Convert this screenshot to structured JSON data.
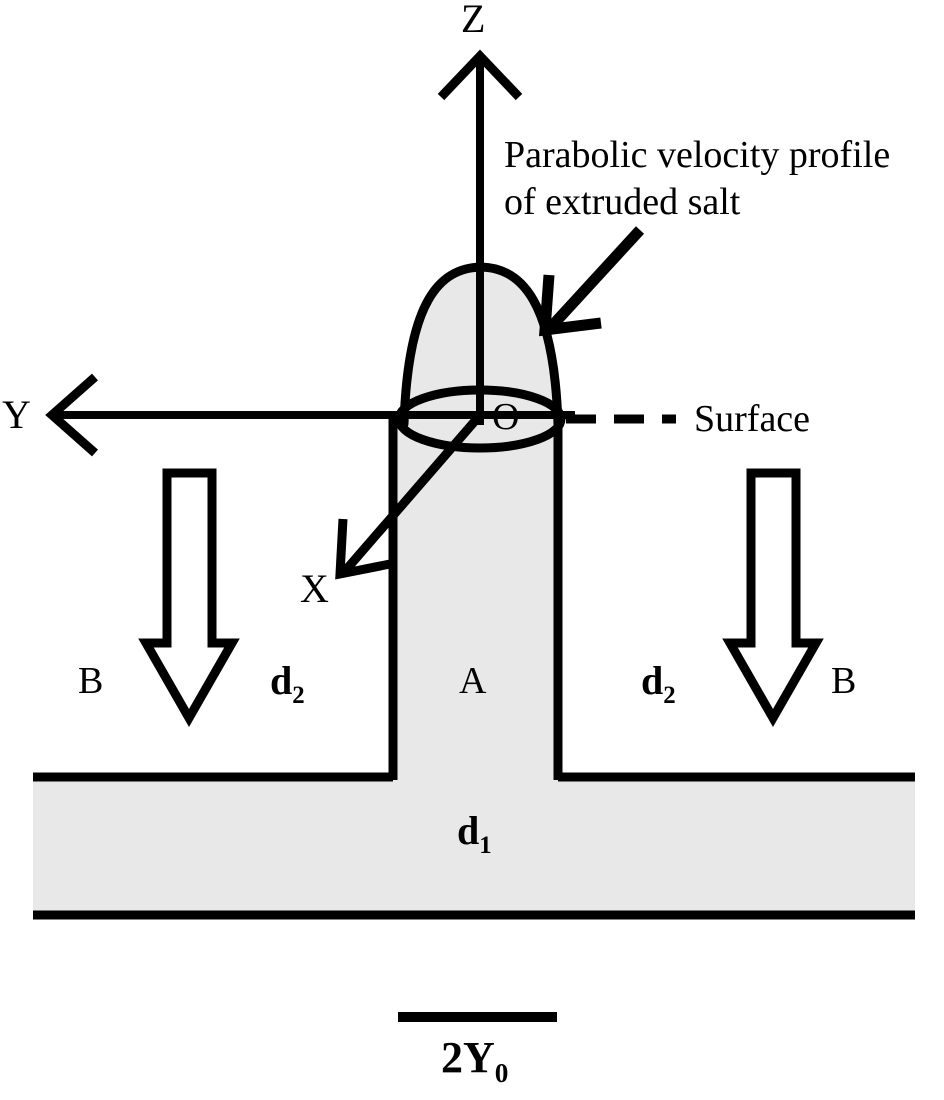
{
  "figure": {
    "title": "Schematic of extruded salt dome with coordinate axes",
    "background_color": "#ffffff",
    "fill_color": "#e8e8e8",
    "stroke_color": "#000000"
  },
  "axes": {
    "z": {
      "label": "Z",
      "direction": "up"
    },
    "y": {
      "label": "Y",
      "direction": "left"
    },
    "x": {
      "label": "X",
      "direction": "down-left"
    },
    "origin": {
      "label": "O"
    }
  },
  "annotations": {
    "velocity_profile": {
      "line1": "Parabolic velocity profile",
      "line2": "of extruded salt"
    },
    "surface": {
      "label": "Surface"
    }
  },
  "regions": {
    "column": {
      "label": "A"
    },
    "left_overburden": {
      "label": "B"
    },
    "right_overburden": {
      "label": "B"
    },
    "left_thickness": {
      "base": "d",
      "subscript": "2"
    },
    "right_thickness": {
      "base": "d",
      "subscript": "2"
    },
    "slab_thickness": {
      "base": "d",
      "subscript": "1"
    }
  },
  "scale_bar": {
    "label_prefix": "2Y",
    "label_subscript": "0"
  }
}
